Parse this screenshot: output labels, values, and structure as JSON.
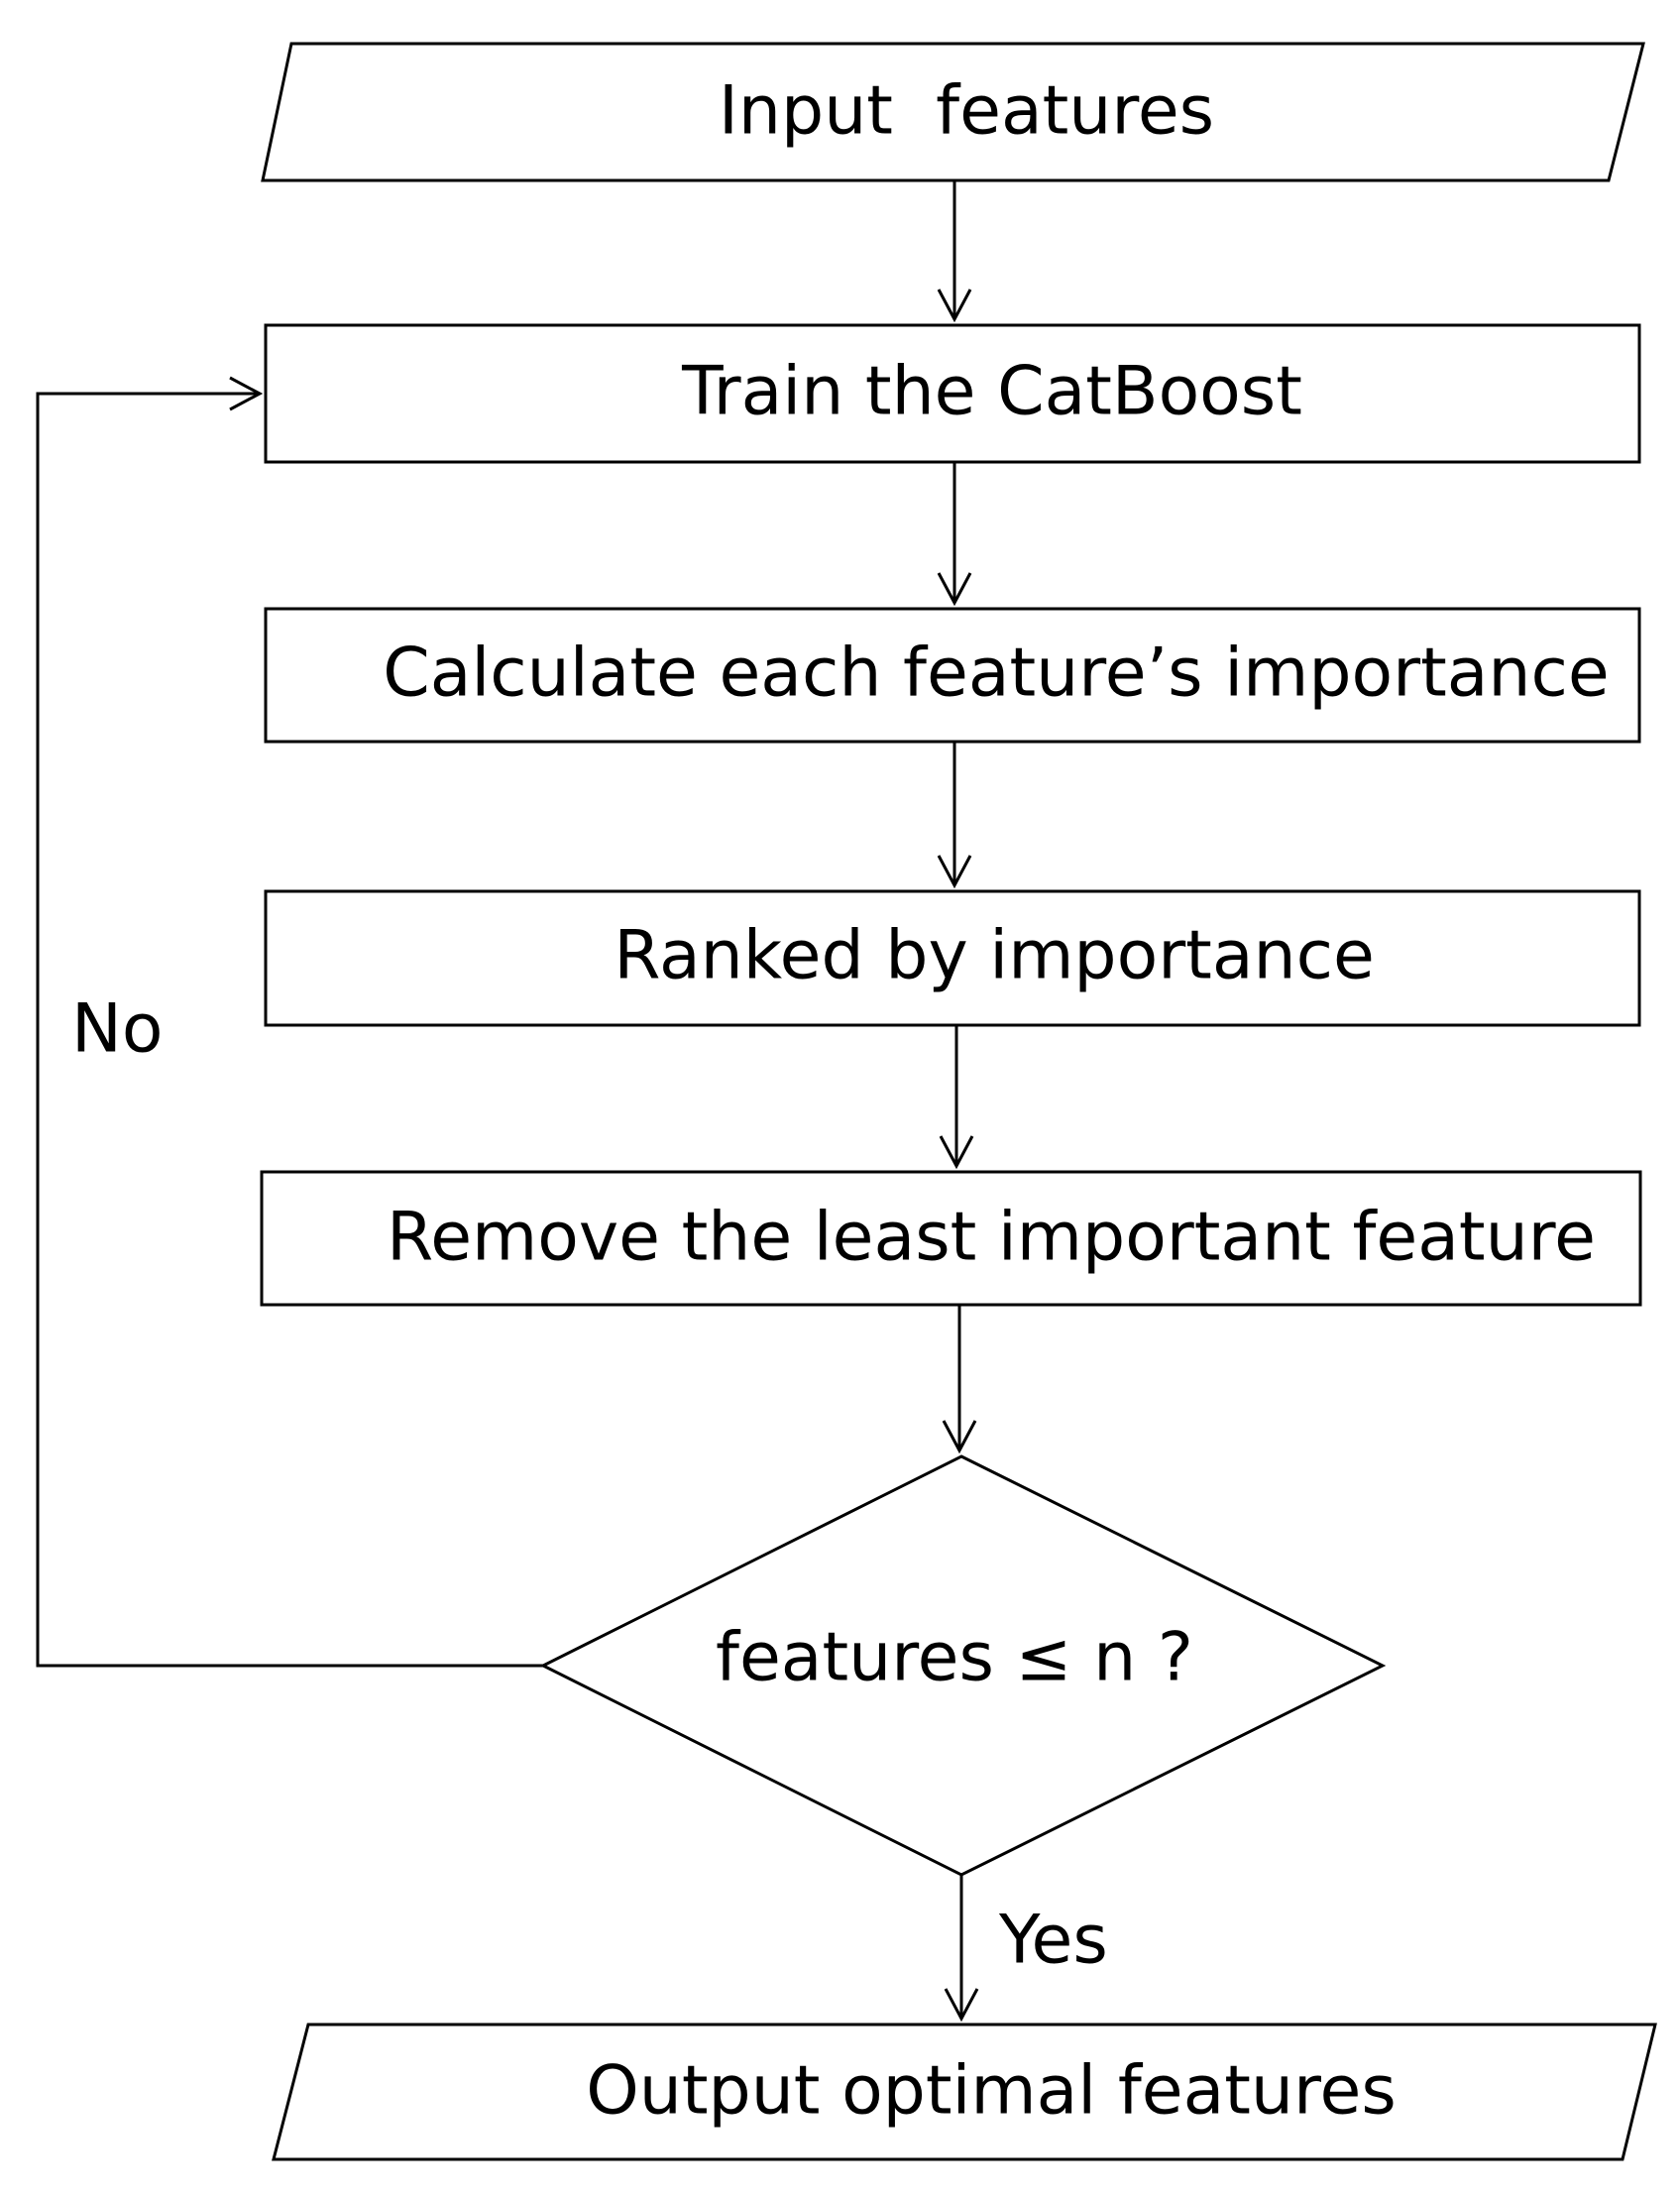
{
  "nodes": {
    "input": {
      "label": "Input  features",
      "shape": "parallelogram"
    },
    "train": {
      "label": "Train the CatBoost",
      "shape": "rectangle"
    },
    "calculate": {
      "label": "Calculate each feature’s importance",
      "shape": "rectangle"
    },
    "rank": {
      "label": "Ranked by importance",
      "shape": "rectangle"
    },
    "remove": {
      "label": "Remove the least important feature",
      "shape": "rectangle"
    },
    "decision": {
      "label": "features ≤ n ?",
      "shape": "diamond"
    },
    "output": {
      "label": "Output optimal features",
      "shape": "parallelogram"
    }
  },
  "edges": {
    "no": {
      "label": "No",
      "from": "decision",
      "to": "train"
    },
    "yes": {
      "label": "Yes",
      "from": "decision",
      "to": "output"
    }
  },
  "colors": {
    "stroke": "#000000",
    "fill": "#ffffff",
    "text": "#000000"
  }
}
